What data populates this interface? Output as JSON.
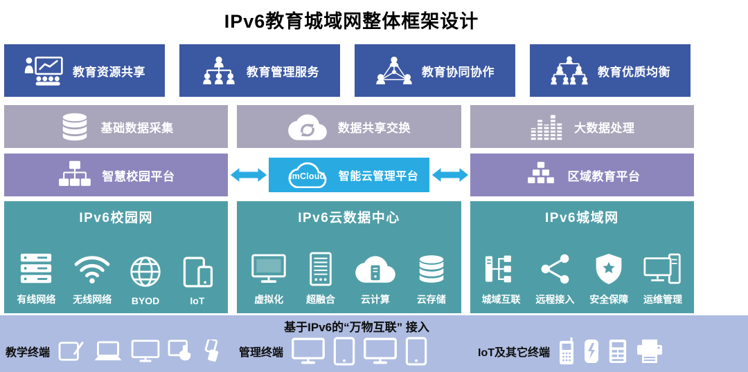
{
  "title": "IPv6教育城域网整体框架设计",
  "colors": {
    "app_box": "#3b58a2",
    "data_box": "#a9a5ba",
    "platform_box": "#8d86bd",
    "cloud_box": "#29abe2",
    "network_box": "#4f9ea7",
    "bottom_band": "#aebce1"
  },
  "app_row": [
    {
      "label": "教育资源共享",
      "icon": "presentation-audience-icon"
    },
    {
      "label": "教育管理服务",
      "icon": "org-chart-icon"
    },
    {
      "label": "教育协同协作",
      "icon": "collaboration-network-icon"
    },
    {
      "label": "教育优质均衡",
      "icon": "balanced-hierarchy-icon"
    }
  ],
  "data_row": [
    {
      "label": "基础数据采集",
      "icon": "database-icon"
    },
    {
      "label": "数据共享交换",
      "icon": "cloud-sync-icon"
    },
    {
      "label": "大数据处理",
      "icon": "equalizer-bars-icon"
    }
  ],
  "platform_row": {
    "left": {
      "label": "智慧校园平台",
      "icon": "network-nodes-icon"
    },
    "center": {
      "brand": "ImCloud",
      "label": "智能云管理平台",
      "icon": "cloud-outline-icon"
    },
    "right": {
      "label": "区域教育平台",
      "icon": "building-blocks-icon"
    },
    "arrow_icon": "double-arrow-icon"
  },
  "network_row": [
    {
      "title": "IPv6校园网",
      "items": [
        {
          "label": "有线网络",
          "icon": "server-stack-icon"
        },
        {
          "label": "无线网络",
          "icon": "wifi-icon"
        },
        {
          "label": "BYOD",
          "icon": "globe-icon"
        },
        {
          "label": "IoT",
          "icon": "smart-devices-icon"
        }
      ]
    },
    {
      "title": "IPv6云数据中心",
      "items": [
        {
          "label": "虚拟化",
          "icon": "monitor-icon"
        },
        {
          "label": "超融合",
          "icon": "server-rack-icon"
        },
        {
          "label": "云计算",
          "icon": "cloud-server-icon"
        },
        {
          "label": "云存储",
          "icon": "storage-cylinder-icon"
        }
      ]
    },
    {
      "title": "IPv6城域网",
      "items": [
        {
          "label": "城域互联",
          "icon": "metro-interconnect-icon"
        },
        {
          "label": "远程接入",
          "icon": "share-nodes-icon"
        },
        {
          "label": "安全保障",
          "icon": "shield-icon"
        },
        {
          "label": "运维管理",
          "icon": "ops-monitors-icon"
        }
      ]
    }
  ],
  "bottom_band": {
    "title": "基于IPv6的“万物互联” 接入",
    "groups": [
      {
        "label": "教学终端",
        "icons": [
          "tablet-pen-icon",
          "laptop-icon",
          "monitor-icon",
          "touch-screen-icon",
          "flip-phone-icon"
        ]
      },
      {
        "label": "管理终端",
        "icons": [
          "monitor-icon",
          "tablet-icon",
          "monitor-icon",
          "tablet-icon"
        ]
      },
      {
        "label": "IoT及其它终端",
        "icons": [
          "handheld-terminal-icon",
          "power-bank-icon",
          "pos-terminal-icon",
          "printer-icon"
        ]
      }
    ]
  }
}
